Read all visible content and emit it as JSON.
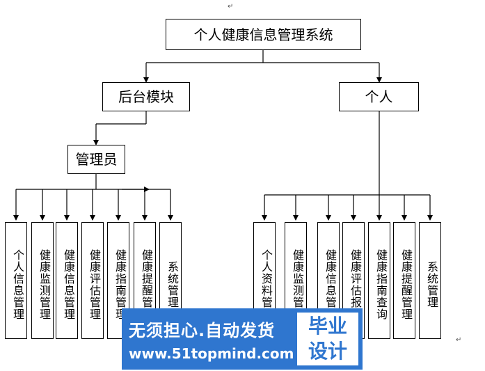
{
  "diagram": {
    "root": "个人健康信息管理系统",
    "admin_module": "后台模块",
    "personal_module": "个人",
    "admin_role": "管理员",
    "admin_items": [
      "个人信息管理",
      "健康监测管理",
      "健康信息管理",
      "健康评估管理",
      "健康指南管理",
      "健康提醒管理",
      "系统管理"
    ],
    "personal_items": [
      "个人资料管理",
      "健康监测管理",
      "健康信息管理",
      "健康评估报告",
      "健康指南查询",
      "健康提醒管理",
      "系统管理"
    ]
  },
  "page_marks": [
    "↵",
    "↵"
  ],
  "watermark": {
    "title": "无须担心.自动发货",
    "url": "www.51topmind.com",
    "badge_top": "毕业",
    "badge_bottom": "设计"
  }
}
